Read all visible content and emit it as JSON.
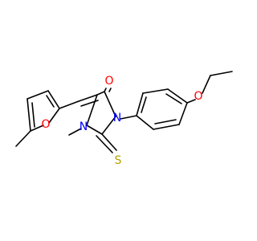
{
  "molecule": {
    "atoms": {
      "furan_o": "O",
      "ring_n1": "N",
      "ring_n3": "N",
      "carbonyl_o": "O",
      "thione_s": "S",
      "ether_o": "O"
    }
  },
  "colors": {
    "bond": "#000000",
    "oxygen": "#ff0000",
    "nitrogen": "#0000ff",
    "sulfur": "#b8a000"
  }
}
